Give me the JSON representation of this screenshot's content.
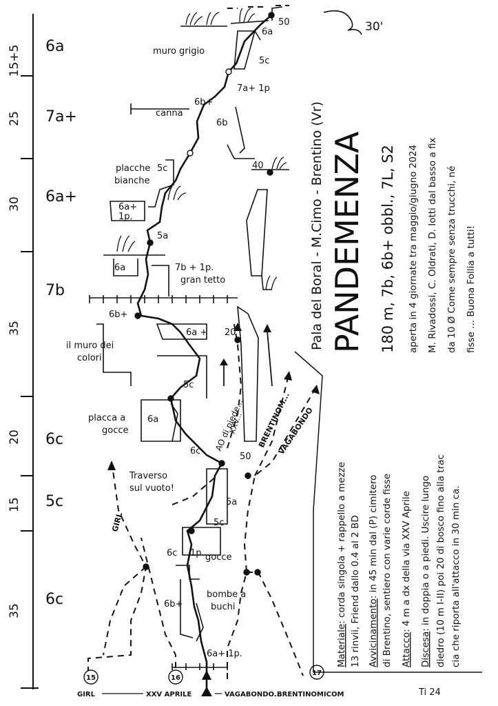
{
  "left_scale": [
    {
      "length": "15+5",
      "grade": "6a"
    },
    {
      "length": "25",
      "grade": "7a+"
    },
    {
      "length": "30",
      "grade": "6a+"
    },
    {
      "length": "35",
      "grade": "7b"
    },
    {
      "length": "20",
      "grade": "6c"
    },
    {
      "length": "15",
      "grade": "5c"
    },
    {
      "length": "35",
      "grade": "6c"
    }
  ],
  "topo": {
    "top_stance": "50",
    "exit_note": "30'",
    "features": {
      "muro_grigio": "muro grigio",
      "canna": "canna",
      "placche_1": "placche",
      "placche_2": "bianche",
      "gran_tetto": "gran tetto",
      "muro_colori_1": "il muro dei",
      "muro_colori_2": "colori",
      "placca_1": "placca a",
      "placca_2": "gocce",
      "traverso_1": "Traverso",
      "traverso_2": "sul vuoto!",
      "gocce": "gocce",
      "bombe_1": "bombe a",
      "bombe_2": "buchi"
    },
    "pitch_grades": {
      "p6a_top": "6a",
      "p5c_top": "5c",
      "p7a1p": "7a+ 1p",
      "p6b_plus_top": "6b+",
      "p6b": "6b",
      "p5c_2": "5c",
      "p6a_plus_1p_a": "6a+",
      "p6a_plus_1p_b": "1p.",
      "p5a": "5a",
      "p7b1p": "7b + 1p.",
      "p6a_mid": "6a",
      "p6b_plus_mid": "6b+",
      "p6a_plus_mid": "6a +",
      "p5c_mid": "5c",
      "p6a_placca": "6a",
      "p6c": "6c",
      "p5a_low": "5a",
      "p5c_low": "5c",
      "p6c_1p_a": "6c",
      "p6c_1p_b": "1p.",
      "p6b_plus_low": "6b+",
      "p6a_plus_1p_low": "6a+ 1p."
    },
    "stance_heights": {
      "s40": "40",
      "s20": "20",
      "s50": "50"
    },
    "neighbour_routes": {
      "ao_di_piede": "AO di piede...",
      "xxv": "XXV...",
      "brentinom": "BRENTINOM...",
      "vagabondo": "VAGABONDO",
      "girl": "GIRL"
    },
    "bottom_labels": {
      "girl": "GIRL",
      "xxv_aprile": "XXV APRILE",
      "vagabondo": "VAGABONDO...",
      "brentinomicom": "BRENTINOMICOM"
    },
    "route_numbers": [
      "15",
      "16",
      "17"
    ],
    "signature": "Ti 24"
  },
  "info": {
    "location": "Pala del Boral - M.Cimo - Brentino (Vr)",
    "route_name": "PANDEMENZA",
    "stats": "180 m, 7b, 6b+ obbl., 7L, S2",
    "credits_1": "aperta in 4 giornate tra maggio/giugno 2024",
    "credits_2": "M. Rivadossi, C. Oldrati, D. Iotti dal basso a fix",
    "credits_3": "da 10 Ø  Come sempre senza trucchi, né",
    "credits_4": "fisse ...  Buona Follia a tutti!",
    "materiale_label": "Materiale",
    "materiale_1": ": corda singola + rappello a mezze",
    "materiale_2": "13 rinvii, Friend dallo 0.4 al 2  BD",
    "avvicinamento_label": "Avvicinamento",
    "avvicinamento_1": ": in 45 min dal (P) cimitero",
    "avvicinamento_2": "di Brentino, sentiero con varie corde fisse",
    "attacco_label": "Attacco",
    "attacco_1": ": 4 m a dx della via XXV Aprile",
    "discesa_label": "Discesa",
    "discesa_1": ": in doppia o a piedi. Uscire lungo",
    "discesa_2": "diedro (10 m I-II) poi 20 di bosco fino alla trac",
    "discesa_3": "cia che riporta all'attacco in 30 min ca."
  }
}
